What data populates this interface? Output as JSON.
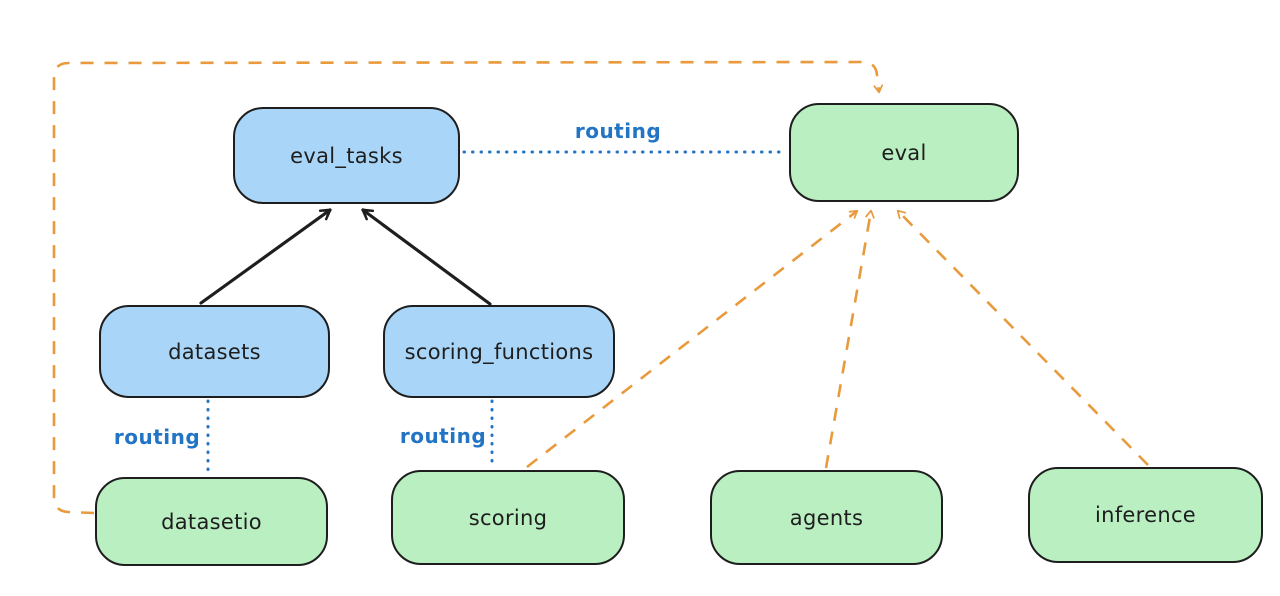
{
  "diagram": {
    "colors": {
      "node_blue_fill": "#a9d6f8",
      "node_green_fill": "#b9efc1",
      "node_border": "#1e1e1e",
      "routing_blue": "#2274c4",
      "dashed_orange": "#e89a3c",
      "solid_black": "#1e1e1e",
      "canvas_bg": "#ffffff"
    },
    "nodes": [
      {
        "id": "eval_tasks",
        "label": "eval_tasks",
        "color": "blue"
      },
      {
        "id": "eval",
        "label": "eval",
        "color": "green"
      },
      {
        "id": "datasets",
        "label": "datasets",
        "color": "blue"
      },
      {
        "id": "scoring_functions",
        "label": "scoring_functions",
        "color": "blue"
      },
      {
        "id": "datasetio",
        "label": "datasetio",
        "color": "green"
      },
      {
        "id": "scoring",
        "label": "scoring",
        "color": "green"
      },
      {
        "id": "agents",
        "label": "agents",
        "color": "green"
      },
      {
        "id": "inference",
        "label": "inference",
        "color": "green"
      }
    ],
    "edges": [
      {
        "from": "datasets",
        "to": "eval_tasks",
        "style": "solid",
        "color": "black",
        "label": ""
      },
      {
        "from": "scoring_functions",
        "to": "eval_tasks",
        "style": "solid",
        "color": "black",
        "label": ""
      },
      {
        "from": "eval_tasks",
        "to": "eval",
        "style": "dotted",
        "color": "blue",
        "label": "routing"
      },
      {
        "from": "datasets",
        "to": "datasetio",
        "style": "dotted",
        "color": "blue",
        "label": "routing"
      },
      {
        "from": "scoring_functions",
        "to": "scoring",
        "style": "dotted",
        "color": "blue",
        "label": "routing"
      },
      {
        "from": "datasetio",
        "to": "eval",
        "style": "dashed",
        "color": "orange",
        "label": ""
      },
      {
        "from": "scoring",
        "to": "eval",
        "style": "dashed",
        "color": "orange",
        "label": ""
      },
      {
        "from": "agents",
        "to": "eval",
        "style": "dashed",
        "color": "orange",
        "label": ""
      },
      {
        "from": "inference",
        "to": "eval",
        "style": "dashed",
        "color": "orange",
        "label": ""
      }
    ]
  }
}
